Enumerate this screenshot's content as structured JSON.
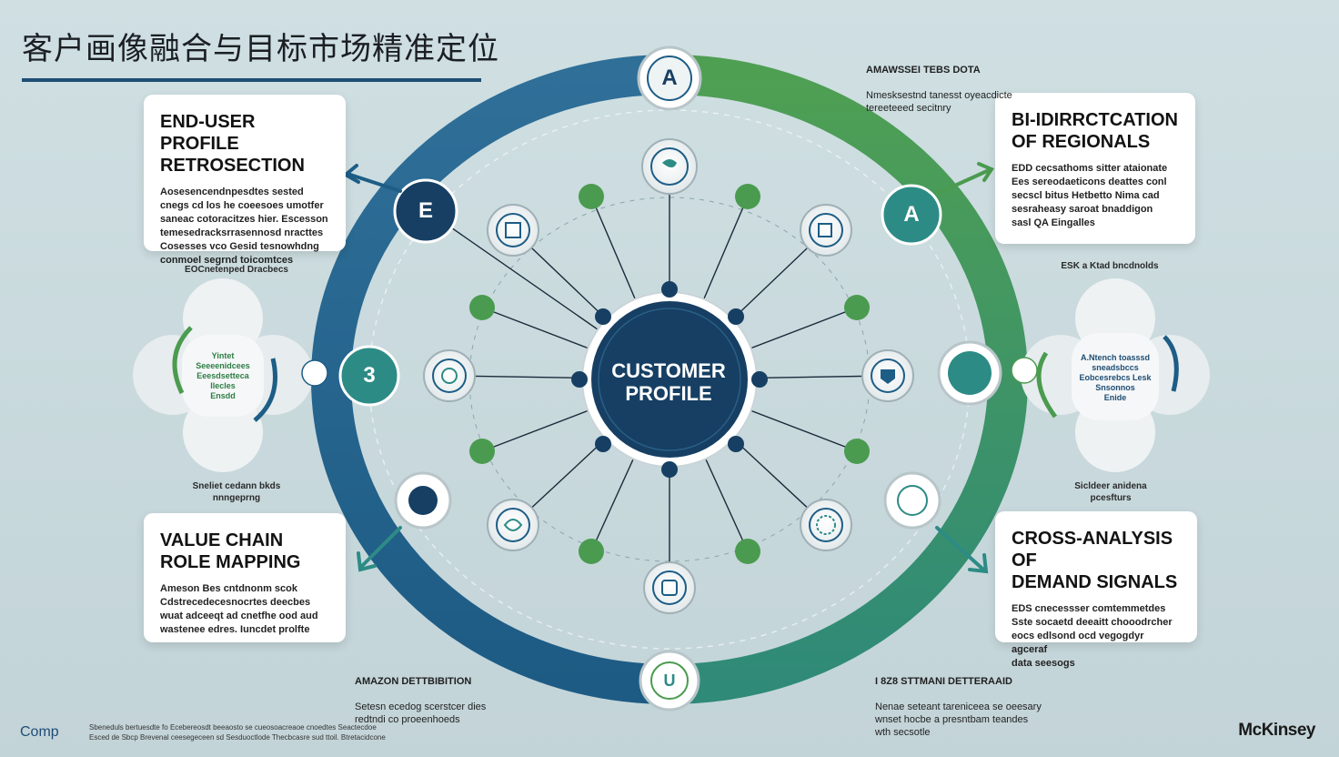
{
  "title": "客户画像融合与目标市场精准定位",
  "center": {
    "label": "CUSTOMER\nPROFILE"
  },
  "cards": {
    "top_left": {
      "heading": "END-USER PROFILE\nRETROSECTION",
      "body": "Aosesencendnpesdtes sested\ncnegs cd los he coeesoes umotfer\nsaneac cotoracitzes hier. Escesson\ntemesedracksrrasennosd nracttes\nCosesses vco Gesid tesnowhdng\nconmoel segrnd toicomtces"
    },
    "top_right": {
      "heading": "BI-IDIRRCTCATION\nOF REGIONALS",
      "body": "EDD  cecsathoms sitter ataionate\nEes  sereodaeticons deattes conl\nsecscl bitus  Hetbetto Nima cad\nsesraheasy saroat bnaddigon\nsasl QA  Eingalles"
    },
    "bottom_left": {
      "heading": "VALUE CHAIN\nROLE MAPPING",
      "body": "Ameson  Bes  cntdnonm scok\nCdstrecedecesnocrtes deecbes\nwuat adceeqt ad cnetfhe ood aud\nwastenee edres. Iuncdet prolfte"
    },
    "bottom_right": {
      "heading": "CROSS-ANALYSIS OF\nDEMAND SIGNALS",
      "body": "EDS  cnecessser comtemmetdes\nSste  socaetd deeaitt chooodrcher\neocs edlsond ocd vegogdyr agceraf\ndata seesogs"
    }
  },
  "side_labels": {
    "left_top": "EOCnetenped Dracbecs",
    "left_mid": "Sneliet cedann bkds\nnnngeprng",
    "left_pill": "Yintet\nSeeeenidcees\nEeesdsetteca llecles\nEnsdd",
    "right_top": "ESK  a Ktad bncdnolds",
    "right_mid": "Sicldeer anidena\npcesfturs",
    "right_pill": "A.Ntench toasssd\nsneadsbccs\nEobcesrebcs Lesk\nSnsonnos\nEnide"
  },
  "notes": {
    "top_right": {
      "title": "AMAWSSEI TEBS DOTA",
      "body": "Nmesksestnd tanesst  oyeacdicte\ntereeteeed secitnry"
    },
    "bottom_left": {
      "title": "AMAZON DETTBIBITION",
      "body": "Setesn  ecedog  scerstcer dies\nredtndi co  proeenhoeds"
    },
    "bottom_right": {
      "title": "I 8Z8  STTMANI DETTERAAID",
      "body": "Nenae seteant tareniceea se oeesary\nwnset hocbe a  presntbam teandes\nwth  secsotle"
    }
  },
  "nodes": {
    "top": "A",
    "left": "E",
    "left_mid": "3",
    "right_top": "A",
    "bottom": "U"
  },
  "footer": {
    "left": "Comp",
    "small": "Sbeneduls bertuesdte fo Ecebereosdt beeaosto se cueosoacreaoe cnoedtes Seactecdoe\nEsced de Sbcp Brevenal ceesegeceen sd Sesduoctlode Thecbcasre sud ttoil. Btretacidcone",
    "right": "McKinsey"
  },
  "colors": {
    "blue": "#1d5d86",
    "navy": "#163f63",
    "green": "#4a9b4f",
    "teal": "#2d8b86"
  }
}
